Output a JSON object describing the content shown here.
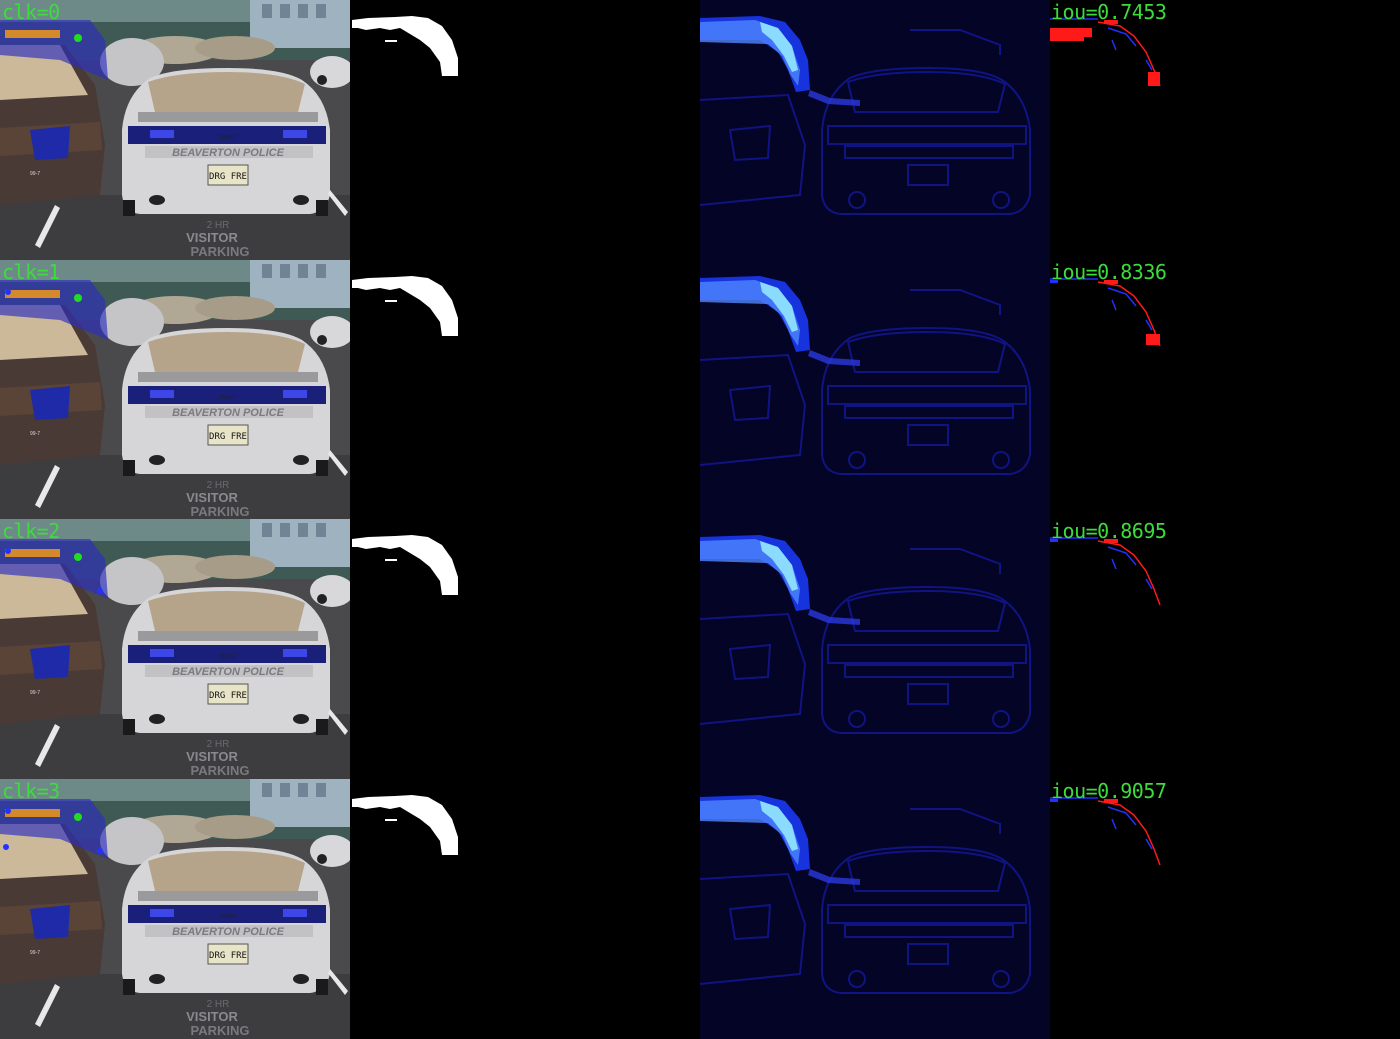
{
  "rows": [
    {
      "clk_label": "clk=0",
      "iou_label": "iou=0.7453",
      "click_dots": 1,
      "error_fill": "large"
    },
    {
      "clk_label": "clk=1",
      "iou_label": "iou=0.8336",
      "click_dots": 2,
      "error_fill": "medium"
    },
    {
      "clk_label": "clk=2",
      "iou_label": "iou=0.8695",
      "click_dots": 3,
      "error_fill": "small"
    },
    {
      "clk_label": "clk=3",
      "iou_label": "iou=0.9057",
      "click_dots": 4,
      "error_fill": "small"
    }
  ],
  "photo_text": {
    "police": "BEAVERTON POLICE",
    "model": "3000GT",
    "plate": "DRG FRE",
    "ground_line1": "2 HR",
    "ground_line2": "VISITOR",
    "ground_line3": "PARKING",
    "side_tag": "99-7"
  },
  "colors": {
    "label_green": "#3ddc3d",
    "mask_white": "#ffffff",
    "heat_bright": "#7fd8ff",
    "heat_blue": "#1a3cff",
    "error_red": "#ff1a1a",
    "error_blue": "#2030ff",
    "click_green": "#22dd22",
    "click_blue": "#2233ff"
  }
}
